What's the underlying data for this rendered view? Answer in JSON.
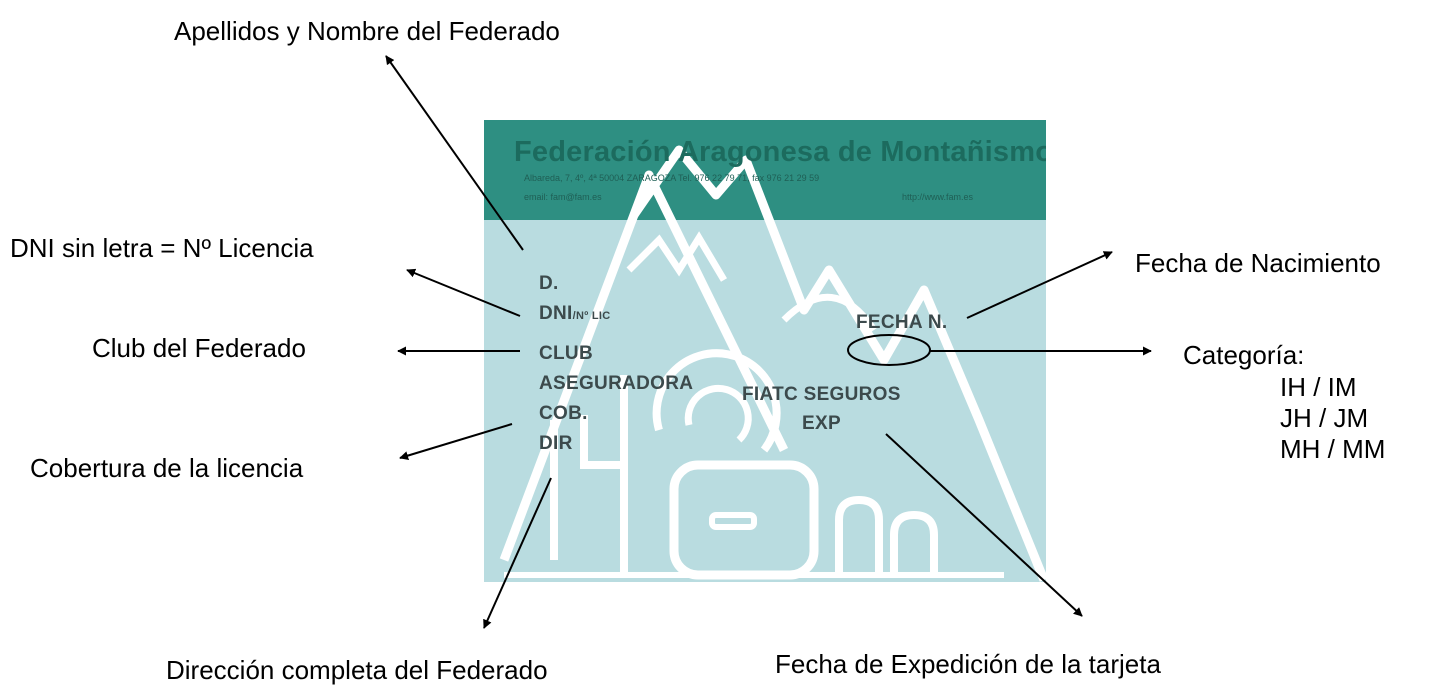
{
  "callouts": {
    "apellidos_nombre": "Apellidos y Nombre del Federado",
    "dni_licencia": "DNI sin letra = Nº Licencia",
    "club": "Club del Federado",
    "cobertura": "Cobertura de la licencia",
    "direccion": "Dirección completa del Federado",
    "fecha_nacimiento": "Fecha de Nacimiento",
    "fecha_expedicion": "Fecha de Expedición de la tarjeta",
    "categoria_title": "Categoría:",
    "categorias": [
      "IH / IM",
      "JH / JM",
      "MH / MM"
    ]
  },
  "card": {
    "title": "Federación Aragonesa de Montañismo",
    "address_line": "Albareda, 7, 4º, 4ª 50004 ZARAGOZA Tel. 976 22 79 71, fax 976 21 29 59",
    "email_line": "email: fam@fam.es",
    "web_line": "http://www.fam.es",
    "fields": {
      "d": "D.",
      "dni": "DNI",
      "dni_small": "/Nº LIC",
      "fecha_n": "FECHA N.",
      "club": "CLUB",
      "aseguradora": "ASEGURADORA",
      "aseguradora_value": "FIATC SEGUROS",
      "cob": "COB.",
      "exp": "EXP",
      "dir": "DIR"
    },
    "colors": {
      "band": "#2e8f82",
      "background": "#b9dce0",
      "title": "#1c6b5e"
    }
  }
}
